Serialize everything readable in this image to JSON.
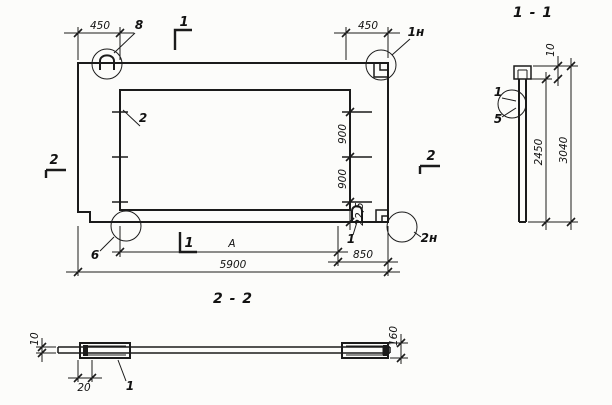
{
  "drawing": {
    "plan": {
      "dim_450_left": "450",
      "dim_450_right": "450",
      "section_mark_1_top": "1",
      "section_mark_1_bottom": "1",
      "section_mark_2_left": "2",
      "section_mark_2_right": "2",
      "callout_8": "8",
      "callout_1n": "1н",
      "callout_6": "6",
      "callout_2n": "2н",
      "label_mesh": "2",
      "label_anchor": "1",
      "dim_900_upper": "900",
      "dim_900_lower": "900",
      "dim_22_5": "22,5",
      "dim_span_a": "А",
      "dim_850": "850",
      "dim_5900": "5900"
    },
    "section_1_1": {
      "title": "1 - 1",
      "dim_10": "10",
      "dim_2450": "2450",
      "dim_3040": "3040",
      "callout_1": "1",
      "callout_5": "5"
    },
    "section_2_2": {
      "title": "2 - 2",
      "dim_10": "10",
      "dim_20": "20",
      "dim_160": "160",
      "callout_1": "1"
    }
  }
}
